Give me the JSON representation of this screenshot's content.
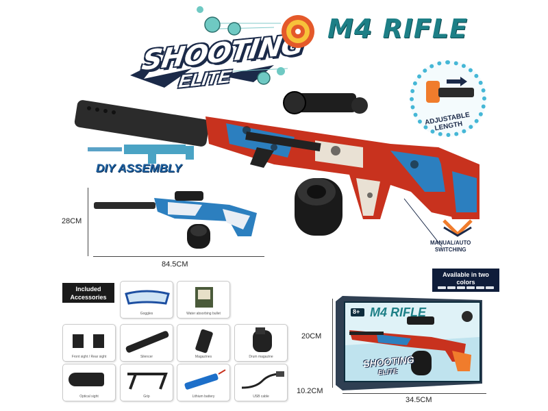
{
  "header": {
    "logo_line1": "SHOOTING",
    "logo_line2": "ELITE",
    "title": "M4 RIFLE"
  },
  "badges": {
    "adjustable": "ADJUSTABLE LENGTH",
    "diy": "DIY ASSEMBLY",
    "manual_line1": "MANUAL/AUTO",
    "manual_line2": "SWITCHING",
    "available_line1": "Available in two",
    "available_line2": "colors"
  },
  "dimensions": {
    "gun_height": "28CM",
    "gun_length": "84.5CM",
    "box_height": "20CM",
    "box_depth": "10.2CM",
    "box_width": "34.5CM"
  },
  "accessories": {
    "header_line1": "Included",
    "header_line2": "Accessories",
    "items": [
      {
        "name": "Goggles",
        "icon": "goggles-icon"
      },
      {
        "name": "Water absorbing bullet",
        "icon": "bullet-pack-icon"
      },
      {
        "name": "Front sight / Rear sight",
        "icon": "sight-icon"
      },
      {
        "name": "Silencer",
        "icon": "silencer-icon"
      },
      {
        "name": "Magazines",
        "icon": "magazine-icon"
      },
      {
        "name": "Drum magazine",
        "icon": "drum-icon"
      },
      {
        "name": "Optical sight",
        "icon": "scope-icon"
      },
      {
        "name": "Grip",
        "icon": "grip-icon"
      },
      {
        "name": "Lithium battery",
        "icon": "battery-icon"
      },
      {
        "name": "USB cable",
        "icon": "usb-icon"
      }
    ]
  },
  "box": {
    "age": "8+",
    "title": "M4 RIFLE",
    "logo_line1": "SHOOTING",
    "logo_line2": "ELITE"
  },
  "colors": {
    "title_teal": "#1d7f86",
    "navy": "#1b2a49",
    "badge_blue": "#45b7d6",
    "graffiti_red": "#c8321e",
    "graffiti_blue": "#2c7fbf"
  }
}
